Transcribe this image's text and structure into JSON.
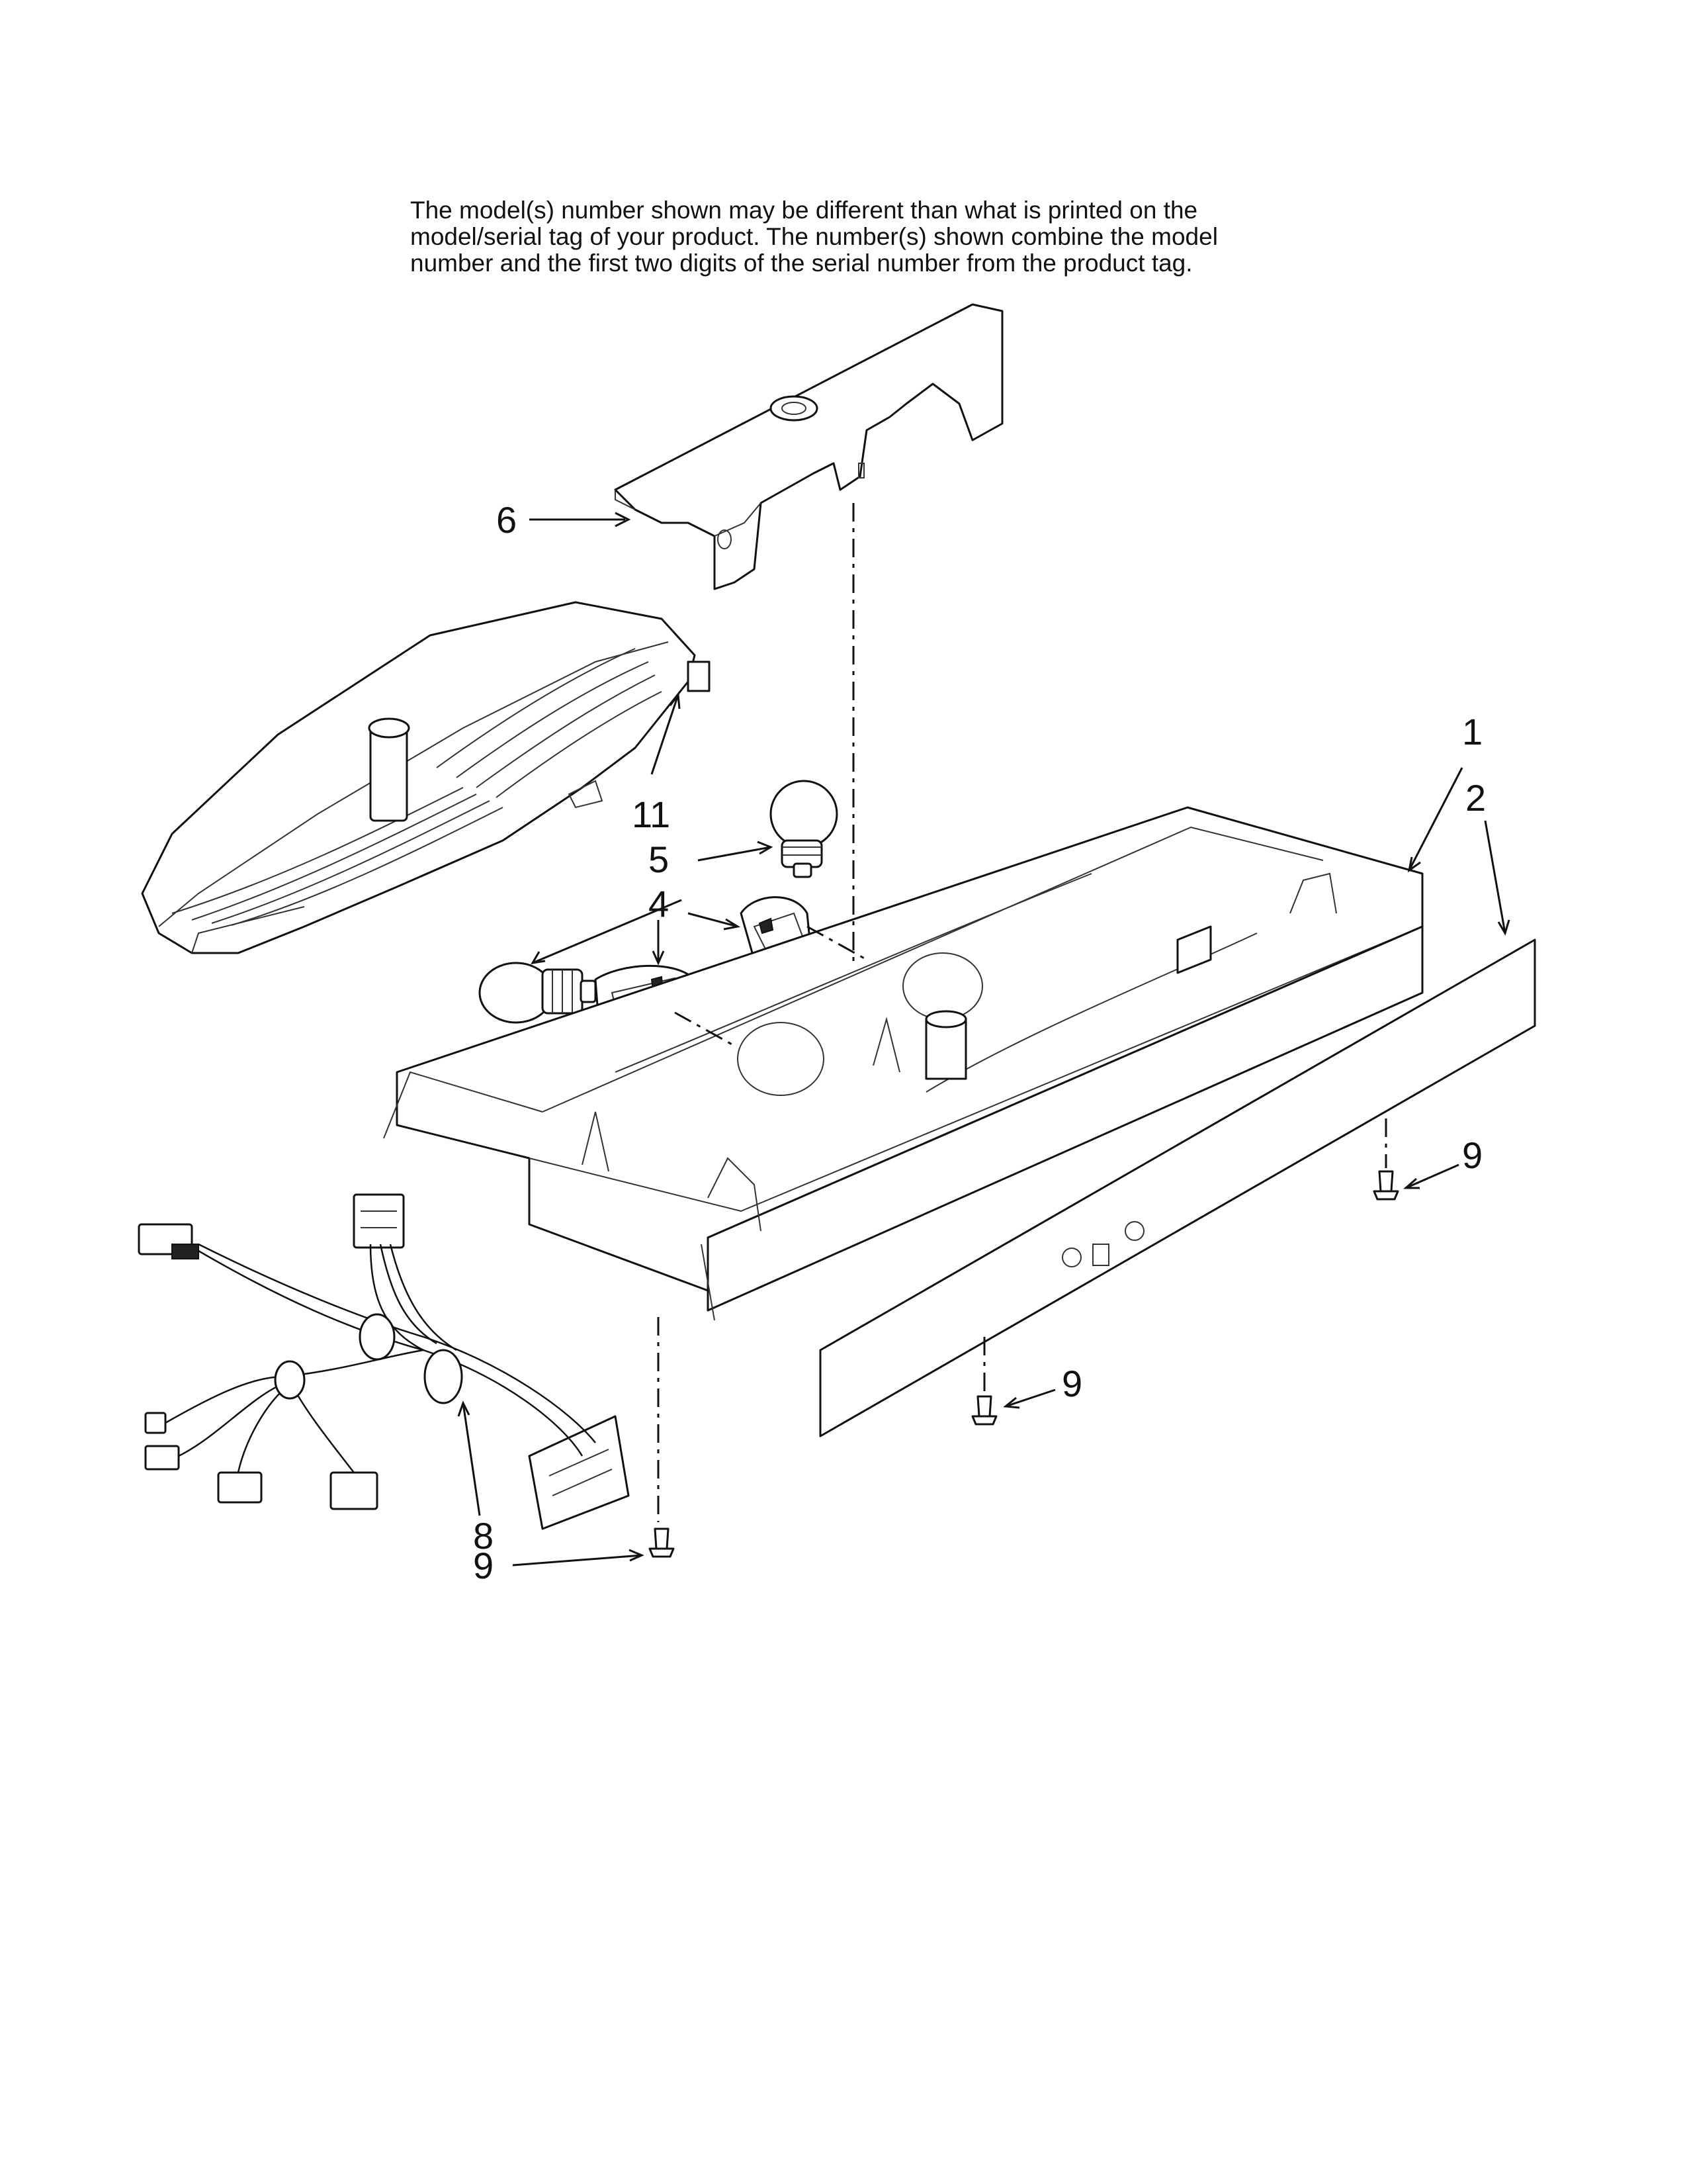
{
  "notice": {
    "lines": [
      "The model(s) number shown may be different than what is printed on the",
      "model/serial tag of your product. The number(s) shown combine the model",
      "number and the first two digits of the serial number from the product tag."
    ]
  },
  "callouts": {
    "c1": "1",
    "c2": "2",
    "c4": "4",
    "c5": "5",
    "c6": "6",
    "c8": "8",
    "c9_right": "9",
    "c9_mid": "9",
    "c9_left": "9",
    "c11": "11"
  }
}
